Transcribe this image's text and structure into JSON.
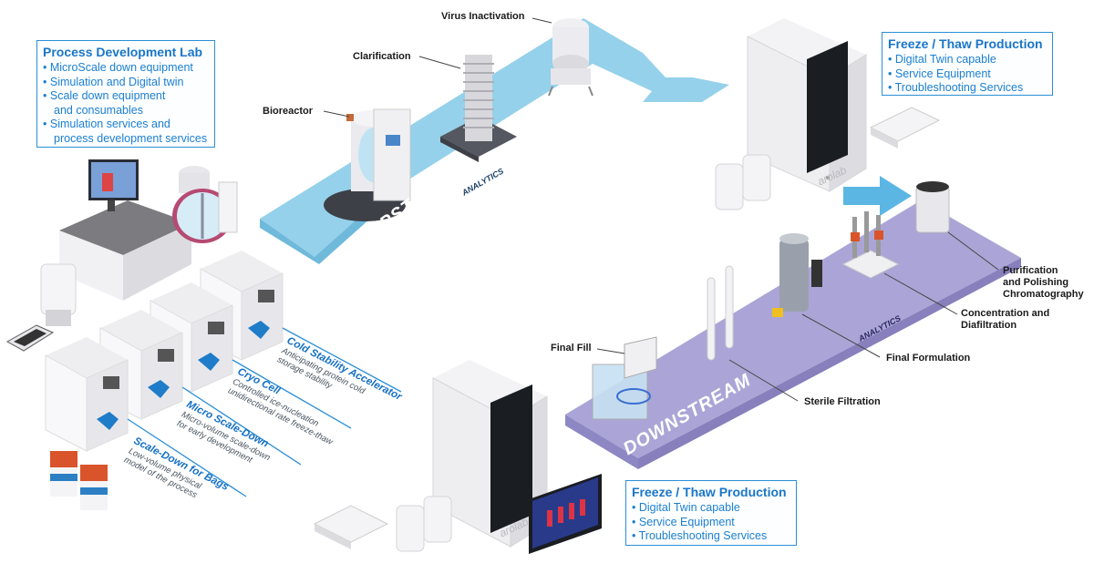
{
  "process_lab": {
    "title": "Process Development Lab",
    "items": [
      "MicroScale down equipment",
      "Simulation and Digital twin",
      "Scale down equipment",
      "and consumables",
      "Simulation services and",
      "process development services"
    ]
  },
  "freeze_top": {
    "title": "Freeze / Thaw Production",
    "items": [
      "Digital Twin capable",
      "Service Equipment",
      "Troubleshooting Services"
    ]
  },
  "freeze_bottom": {
    "title": "Freeze / Thaw Production",
    "items": [
      "Digital Twin capable",
      "Service Equipment",
      "Troubleshooting Services"
    ]
  },
  "upstream": {
    "band_label": "UPSTREAM",
    "analytics": "ANALYTICS",
    "steps": {
      "virus": "Virus Inactivation",
      "clarification": "Clarification",
      "bioreactor": "Bioreactor"
    }
  },
  "downstream": {
    "band_label": "DOWNSTREAM",
    "analytics": "ANALYTICS",
    "steps": {
      "purification_1": "Purification",
      "purification_2": "and Polishing",
      "purification_3": "Chromatography",
      "concentration_1": "Concentration and",
      "concentration_2": "Diafiltration",
      "final_formulation": "Final Formulation",
      "sterile_filtration": "Sterile Filtration",
      "final_fill": "Final Fill"
    }
  },
  "devices": [
    {
      "title": "Cold Stability Accelerator",
      "sub1": "Anticipating protein cold",
      "sub2": "storage stability"
    },
    {
      "title": "Cryo Cell",
      "sub1": "Controlled ice-nucleation",
      "sub2": "unidirectional rate freeze-thaw"
    },
    {
      "title": "Micro Scale-Down",
      "sub1": "Micro-volume scale-down",
      "sub2": "for early development"
    },
    {
      "title": "Scale-Down for Bags",
      "sub1": "Low-volume physical",
      "sub2": "model of the process"
    }
  ],
  "brand": "arolab",
  "colors": {
    "accent_blue": "#2b8fd6",
    "upstream_band": "#8fcde8",
    "downstream_band": "#a9a3d4"
  }
}
